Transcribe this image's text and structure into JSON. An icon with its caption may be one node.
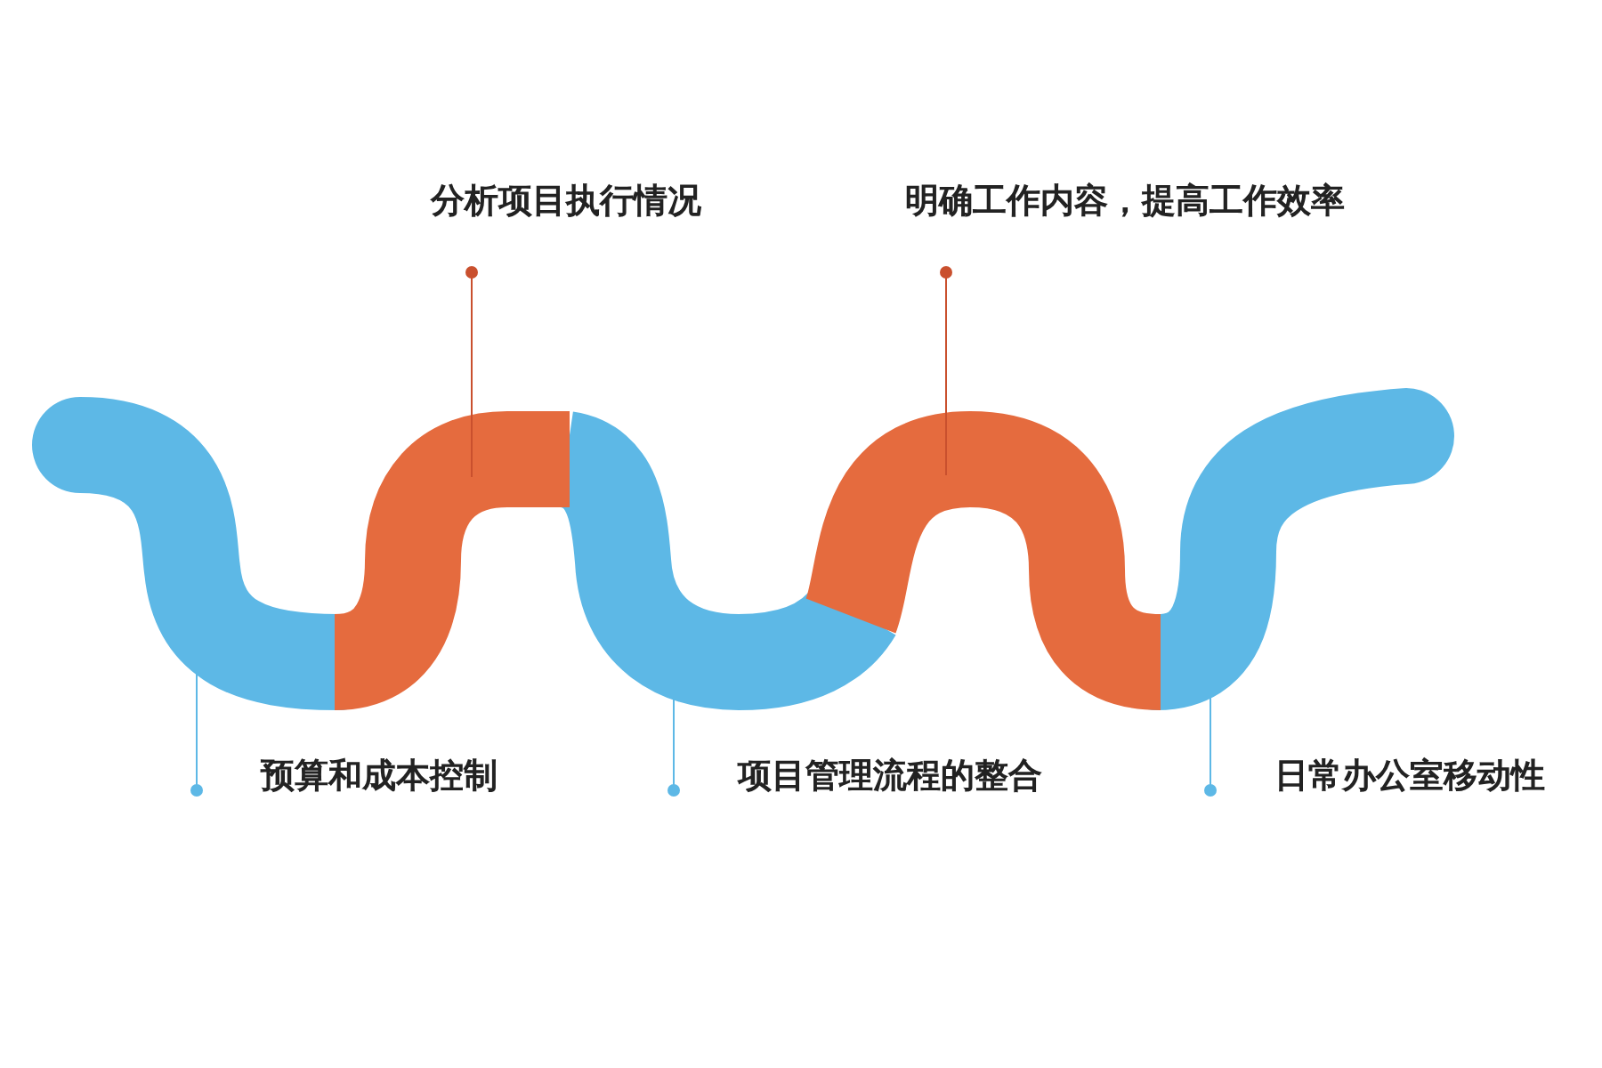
{
  "diagram": {
    "nodes": [
      {
        "text": [
          "分析项目执行情况"
        ]
      },
      {
        "text": [
          "明确工作内容，提高工作效率"
        ]
      },
      {
        "text": [
          "预算和成本控制"
        ]
      },
      {
        "text": [
          "项目管理流程的整合"
        ]
      },
      {
        "text": [
          "日常办公室移动性"
        ]
      },
      {
        "text": [],
        "shape": "band"
      },
      {
        "text": [],
        "shape": "band"
      },
      {
        "text": [],
        "shape": "band"
      },
      {
        "text": [],
        "shape": "band"
      },
      {
        "text": [],
        "shape": "band"
      }
    ],
    "edges": [
      {
        "from": 0,
        "to": 6,
        "arrow": "other",
        "color": "#c9502e"
      },
      {
        "from": 1,
        "to": 8,
        "arrow": "other",
        "color": "#c9502e"
      },
      {
        "from": 2,
        "to": 5,
        "arrow": "other"
      },
      {
        "from": 3,
        "to": 7,
        "arrow": "other"
      },
      {
        "from": 4,
        "to": 9,
        "arrow": "other"
      }
    ]
  }
}
